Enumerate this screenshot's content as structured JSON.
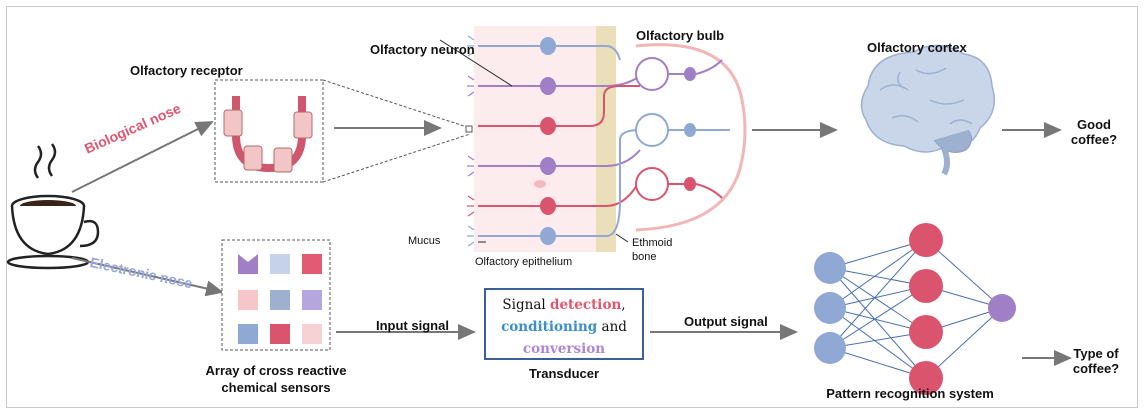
{
  "labels": {
    "olfactory_receptor": "Olfactory receptor",
    "olfactory_neuron": "Olfactory neuron",
    "olfactory_bulb": "Olfactory bulb",
    "olfactory_cortex": "Olfactory cortex",
    "good_coffee_line1": "Good",
    "good_coffee_line2": "coffee?",
    "mucus": "Mucus",
    "olfactory_epithelium": "Olfactory epithelium",
    "ethmoid_line1": "Ethmoid",
    "ethmoid_line2": "bone",
    "biological_nose": "Biological nose",
    "electronic_nose": "Electronic nose",
    "input_signal": "Input signal",
    "output_signal": "Output signal",
    "array_line1": "Array of cross reactive",
    "array_line2": "chemical sensors",
    "transducer": "Transducer",
    "pattern_recognition": "Pattern recognition system",
    "type_line1": "Type of",
    "type_line2": "coffee?"
  },
  "transducer_text": {
    "w1": "Signal",
    "w2": "detection",
    "w3": ",",
    "w4": "conditioning",
    "w5": "and",
    "w6": "conversion"
  },
  "colors": {
    "red": "#d9546c",
    "blue": "#8fa9d4",
    "purple": "#a17fc6",
    "pink": "#f3b9be",
    "arrow": "#777777",
    "bone": "#eadfb9"
  }
}
